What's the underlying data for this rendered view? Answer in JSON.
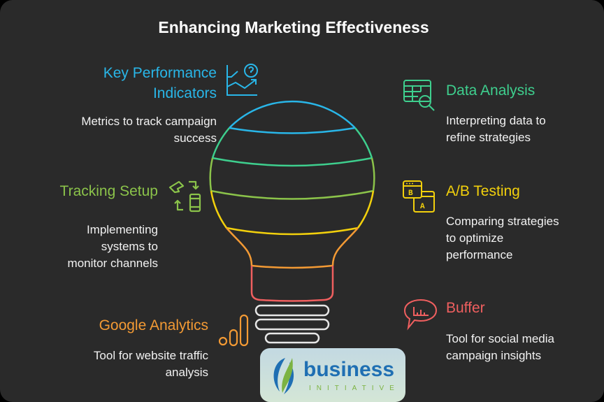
{
  "title": "Enhancing Marketing Effectiveness",
  "colors": {
    "background": "#2a2a2a",
    "kpi": "#29b6e8",
    "data_analysis": "#3ecf8e",
    "tracking": "#8bc34a",
    "ab_testing": "#f2d00c",
    "google_analytics": "#f39a34",
    "buffer": "#ef5f5f",
    "screw": "#e6e6e6"
  },
  "items": [
    {
      "id": "kpi",
      "heading_line1": "Key Performance",
      "heading_line2": "Indicators",
      "desc_line1": "Metrics to track campaign",
      "desc_line2": "success",
      "icon": "chart-question-icon"
    },
    {
      "id": "data_analysis",
      "heading": "Data Analysis",
      "desc_line1": "Interpreting data to",
      "desc_line2": "refine strategies",
      "icon": "table-search-icon"
    },
    {
      "id": "tracking",
      "heading": "Tracking Setup",
      "desc_line1": "Implementing",
      "desc_line2": "systems to",
      "desc_line3": "monitor channels",
      "icon": "device-sync-icon"
    },
    {
      "id": "ab_testing",
      "heading": "A/B Testing",
      "desc_line1": "Comparing strategies",
      "desc_line2": "to optimize",
      "desc_line3": "performance",
      "icon": "ab-windows-icon"
    },
    {
      "id": "google_analytics",
      "heading": "Google Analytics",
      "desc_line1": "Tool for website traffic",
      "desc_line2": "analysis",
      "icon": "analytics-bars-icon"
    },
    {
      "id": "buffer",
      "heading": "Buffer",
      "desc_line1": "Tool for social media",
      "desc_line2": "campaign insights",
      "icon": "chat-chart-icon"
    }
  ],
  "logo": {
    "word": "business",
    "sub": "INITIATIVE"
  }
}
